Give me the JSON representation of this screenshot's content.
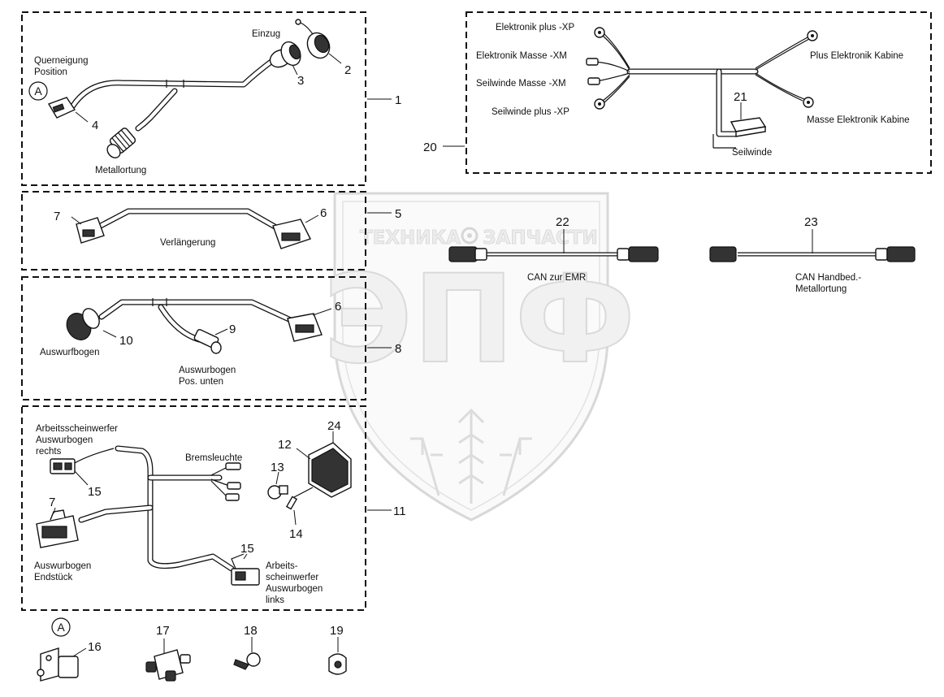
{
  "watermark": {
    "left_word": "ТЕХНИКА",
    "right_word": "ЗАПЧАСТИ",
    "logo_text": "ЭПФ"
  },
  "group_1": {
    "labels": {
      "einzug": "Einzug",
      "querneigung": "Querneigung",
      "position": "Position",
      "metallortung": "Metallortung"
    },
    "circle_marker": "A",
    "numbers": {
      "n1": "1",
      "n2": "2",
      "n3": "3",
      "n4": "4"
    }
  },
  "group_5": {
    "labels": {
      "verlaengerung": "Verlängerung"
    },
    "numbers": {
      "n5": "5",
      "n6": "6",
      "n7": "7"
    }
  },
  "group_8": {
    "labels": {
      "auswurfbogen": "Auswurfbogen",
      "pos_line1": "Auswurbogen",
      "pos_line2": "Pos. unten"
    },
    "numbers": {
      "n6": "6",
      "n8": "8",
      "n9": "9",
      "n10": "10"
    }
  },
  "group_11": {
    "labels": {
      "aws_rechts_1": "Arbeitsscheinwerfer",
      "aws_rechts_2": "Auswurbogen",
      "aws_rechts_3": "rechts",
      "bremsleuchte": "Bremsleuchte",
      "endstueck_1": "Auswurbogen",
      "endstueck_2": "Endstück",
      "aws_links_1": "Arbeits-",
      "aws_links_2": "scheinwerfer",
      "aws_links_3": "Auswurbogen",
      "aws_links_4": "links"
    },
    "numbers": {
      "n7": "7",
      "n11": "11",
      "n12": "12",
      "n13": "13",
      "n14": "14",
      "n15a": "15",
      "n15b": "15",
      "n24": "24"
    }
  },
  "group_20": {
    "labels": {
      "elektronik_plus": "Elektronik plus -XP",
      "elektronik_masse": "Elektronik Masse -XM",
      "seilwinde_masse": "Seilwinde Masse -XM",
      "seilwinde_plus": "Seilwinde plus -XP",
      "plus_kabine": "Plus Elektronik Kabine",
      "masse_kabine": "Masse Elektronik Kabine",
      "seilwinde": "Seilwinde"
    },
    "numbers": {
      "n20": "20",
      "n21": "21"
    }
  },
  "cables": {
    "can_emr": "CAN zur EMR",
    "can_hand_1": "CAN Handbed.-",
    "can_hand_2": "Metallortung",
    "numbers": {
      "n22": "22",
      "n23": "23"
    }
  },
  "loose_parts": {
    "circle_marker": "A",
    "numbers": {
      "n16": "16",
      "n17": "17",
      "n18": "18",
      "n19": "19"
    }
  }
}
